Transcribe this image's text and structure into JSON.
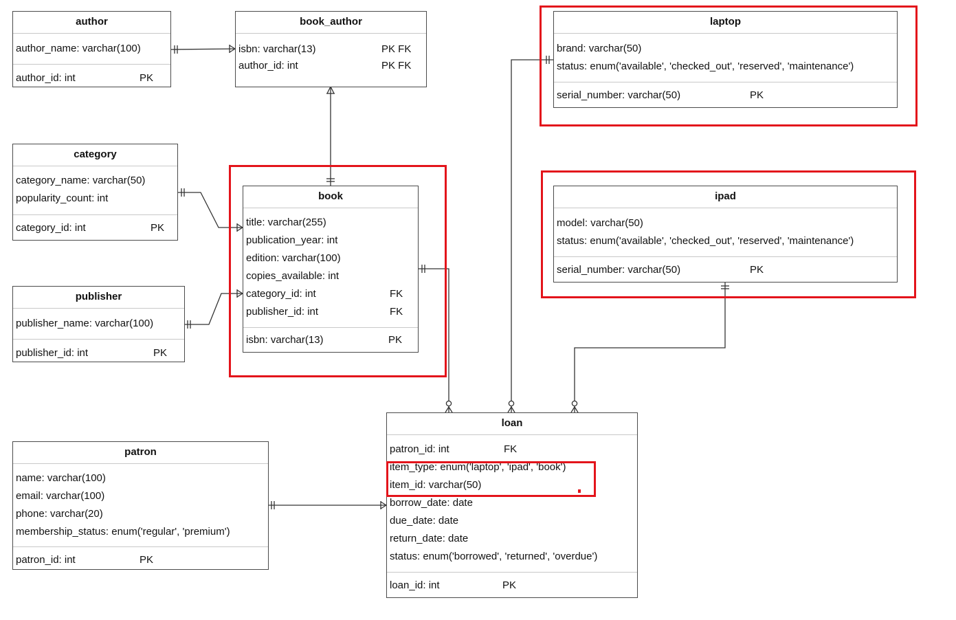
{
  "entities": {
    "author": {
      "title": "author",
      "attrs": [
        {
          "text": "author_name: varchar(100)",
          "key": ""
        }
      ],
      "keys": [
        {
          "text": "author_id: int",
          "key": "PK"
        }
      ]
    },
    "book_author": {
      "title": "book_author",
      "attrs": [
        {
          "text": "isbn: varchar(13)",
          "key": "PK  FK"
        },
        {
          "text": "author_id: int",
          "key": "PK  FK"
        }
      ],
      "keys": []
    },
    "category": {
      "title": "category",
      "attrs": [
        {
          "text": "category_name: varchar(50)",
          "key": ""
        },
        {
          "text": "popularity_count: int",
          "key": ""
        }
      ],
      "keys": [
        {
          "text": "category_id: int",
          "key": "PK"
        }
      ]
    },
    "publisher": {
      "title": "publisher",
      "attrs": [
        {
          "text": "publisher_name: varchar(100)",
          "key": ""
        }
      ],
      "keys": [
        {
          "text": "publisher_id: int",
          "key": "PK"
        }
      ]
    },
    "book": {
      "title": "book",
      "attrs": [
        {
          "text": "title: varchar(255)",
          "key": ""
        },
        {
          "text": "publication_year: int",
          "key": ""
        },
        {
          "text": "edition: varchar(100)",
          "key": ""
        },
        {
          "text": "copies_available: int",
          "key": ""
        },
        {
          "text": "category_id: int",
          "key": "FK"
        },
        {
          "text": "publisher_id: int",
          "key": "FK"
        }
      ],
      "keys": [
        {
          "text": "isbn: varchar(13)",
          "key": "PK"
        }
      ]
    },
    "laptop": {
      "title": "laptop",
      "attrs": [
        {
          "text": "brand: varchar(50)",
          "key": ""
        },
        {
          "text": "status: enum('available', 'checked_out', 'reserved', 'maintenance')",
          "key": ""
        }
      ],
      "keys": [
        {
          "text": "serial_number: varchar(50)",
          "key": "PK"
        }
      ]
    },
    "ipad": {
      "title": "ipad",
      "attrs": [
        {
          "text": "model: varchar(50)",
          "key": ""
        },
        {
          "text": "status: enum('available', 'checked_out', 'reserved', 'maintenance')",
          "key": ""
        }
      ],
      "keys": [
        {
          "text": "serial_number: varchar(50)",
          "key": "PK"
        }
      ]
    },
    "patron": {
      "title": "patron",
      "attrs": [
        {
          "text": "name: varchar(100)",
          "key": ""
        },
        {
          "text": "email: varchar(100)",
          "key": ""
        },
        {
          "text": "phone: varchar(20)",
          "key": ""
        },
        {
          "text": "membership_status: enum('regular', 'premium')",
          "key": ""
        }
      ],
      "keys": [
        {
          "text": "patron_id: int",
          "key": "PK"
        }
      ]
    },
    "loan": {
      "title": "loan",
      "attrs": [
        {
          "text": "patron_id: int",
          "key": "FK"
        },
        {
          "text": "item_type: enum('laptop', 'ipad', 'book')",
          "key": ""
        },
        {
          "text": "item_id: varchar(50)",
          "key": ""
        },
        {
          "text": "borrow_date: date",
          "key": ""
        },
        {
          "text": "due_date: date",
          "key": ""
        },
        {
          "text": "return_date: date",
          "key": ""
        },
        {
          "text": "status: enum('borrowed', 'returned', 'overdue')",
          "key": ""
        }
      ],
      "keys": [
        {
          "text": "loan_id: int",
          "key": "PK"
        }
      ]
    }
  },
  "colors": {
    "highlight": "#e3141b",
    "border": "#4a4a4a",
    "line": "#333333"
  }
}
